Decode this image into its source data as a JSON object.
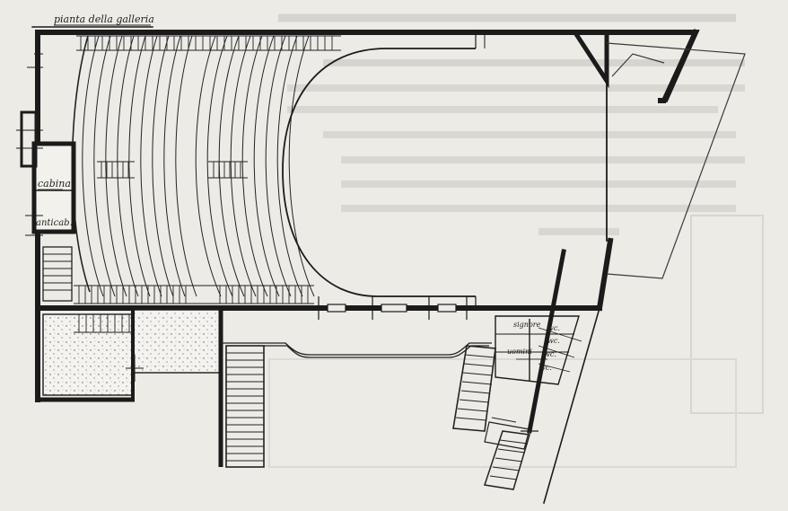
{
  "plan": {
    "title": "pianta della galleria",
    "rooms": {
      "cabina": "cabina",
      "anticabina": "anticab."
    },
    "restrooms": {
      "signore": "signore",
      "uomini": "uomini",
      "wc1": "wc.",
      "wc2": "wc.",
      "wc3": "wc.",
      "wc4": "wc."
    }
  },
  "colors": {
    "paper": "#ecebe6",
    "ink": "#1b1b1b",
    "faint": "#c9c7c2"
  }
}
